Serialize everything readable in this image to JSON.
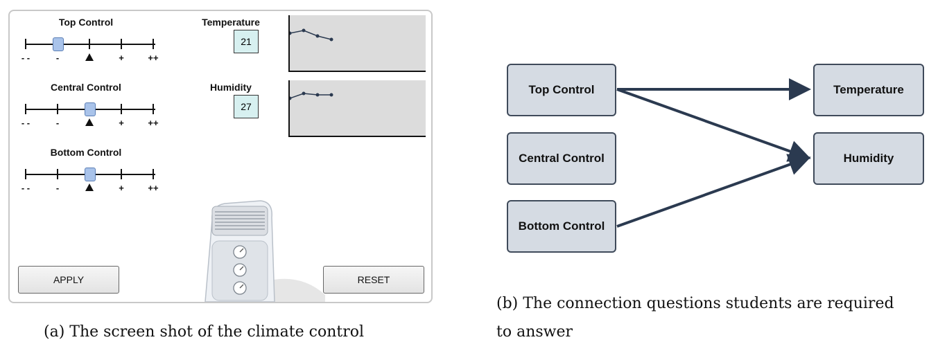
{
  "sim": {
    "sliders": [
      {
        "title": "Top Control",
        "value": "-"
      },
      {
        "title": "Central Control",
        "value": "0"
      },
      {
        "title": "Bottom Control",
        "value": "0"
      }
    ],
    "tick_labels": [
      "- -",
      "-",
      "+",
      "++"
    ],
    "temperature": {
      "title": "Temperature",
      "value": "21",
      "trend": [
        21,
        22,
        20,
        19
      ]
    },
    "humidity": {
      "title": "Humidity",
      "value": "27",
      "trend": [
        26,
        28,
        27,
        27
      ]
    },
    "apply_label": "APPLY",
    "reset_label": "RESET"
  },
  "captions": {
    "a": "(a) The screen shot of the climate control",
    "b_line1": "(b) The connection questions students are required",
    "b_line2": "to answer"
  },
  "diagram": {
    "nodes": {
      "top": "Top Control",
      "central": "Central Control",
      "bottom": "Bottom Control",
      "temperature": "Temperature",
      "humidity": "Humidity"
    },
    "edges": [
      {
        "from": "Top Control",
        "to": "Temperature"
      },
      {
        "from": "Top Control",
        "to": "Humidity"
      },
      {
        "from": "Bottom Control",
        "to": "Humidity"
      }
    ]
  },
  "colors": {
    "node_fill": "#d5dbe3",
    "edge": "#2b3a50",
    "readout_fill": "#d7f0f0",
    "thumb": "#a9c3ea"
  }
}
